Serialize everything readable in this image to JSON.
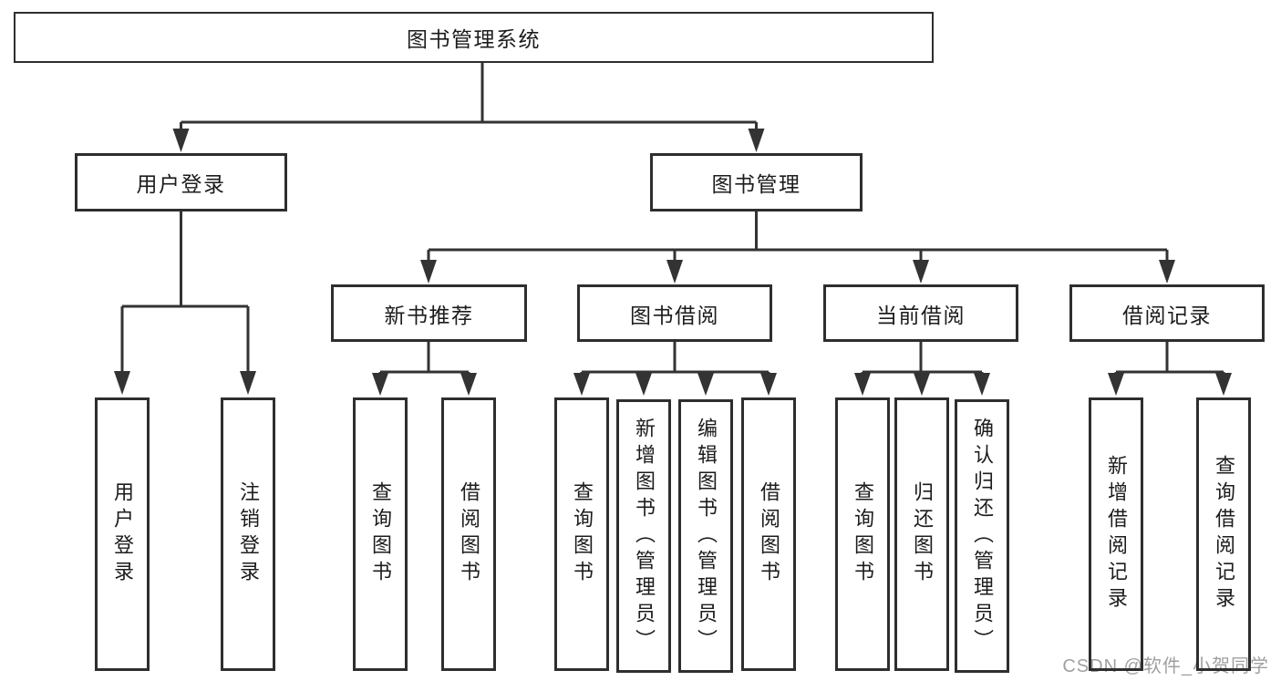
{
  "colors": {
    "background": "#ffffff",
    "box_border": "#2e2e2e",
    "connector_line": "#333333",
    "text": "#1c1c1c",
    "watermark": "#a0a0a0"
  },
  "tree": {
    "root": "图书管理系统",
    "branches": [
      {
        "label": "用户登录",
        "children": [
          "用户登录",
          "注销登录"
        ]
      },
      {
        "label": "图书管理",
        "children": [
          {
            "label": "新书推荐",
            "children": [
              "查询图书",
              "借阅图书"
            ]
          },
          {
            "label": "图书借阅",
            "children": [
              "查询图书",
              "新增图书（管理员）",
              "编辑图书（管理员）",
              "借阅图书"
            ]
          },
          {
            "label": "当前借阅",
            "children": [
              "查询图书",
              "归还图书",
              "确认归还（管理员）"
            ]
          },
          {
            "label": "借阅记录",
            "children": [
              "新增借阅记录",
              "查询借阅记录"
            ]
          }
        ]
      }
    ]
  },
  "watermark": {
    "text": "CSDN @软件_小贺同学"
  }
}
